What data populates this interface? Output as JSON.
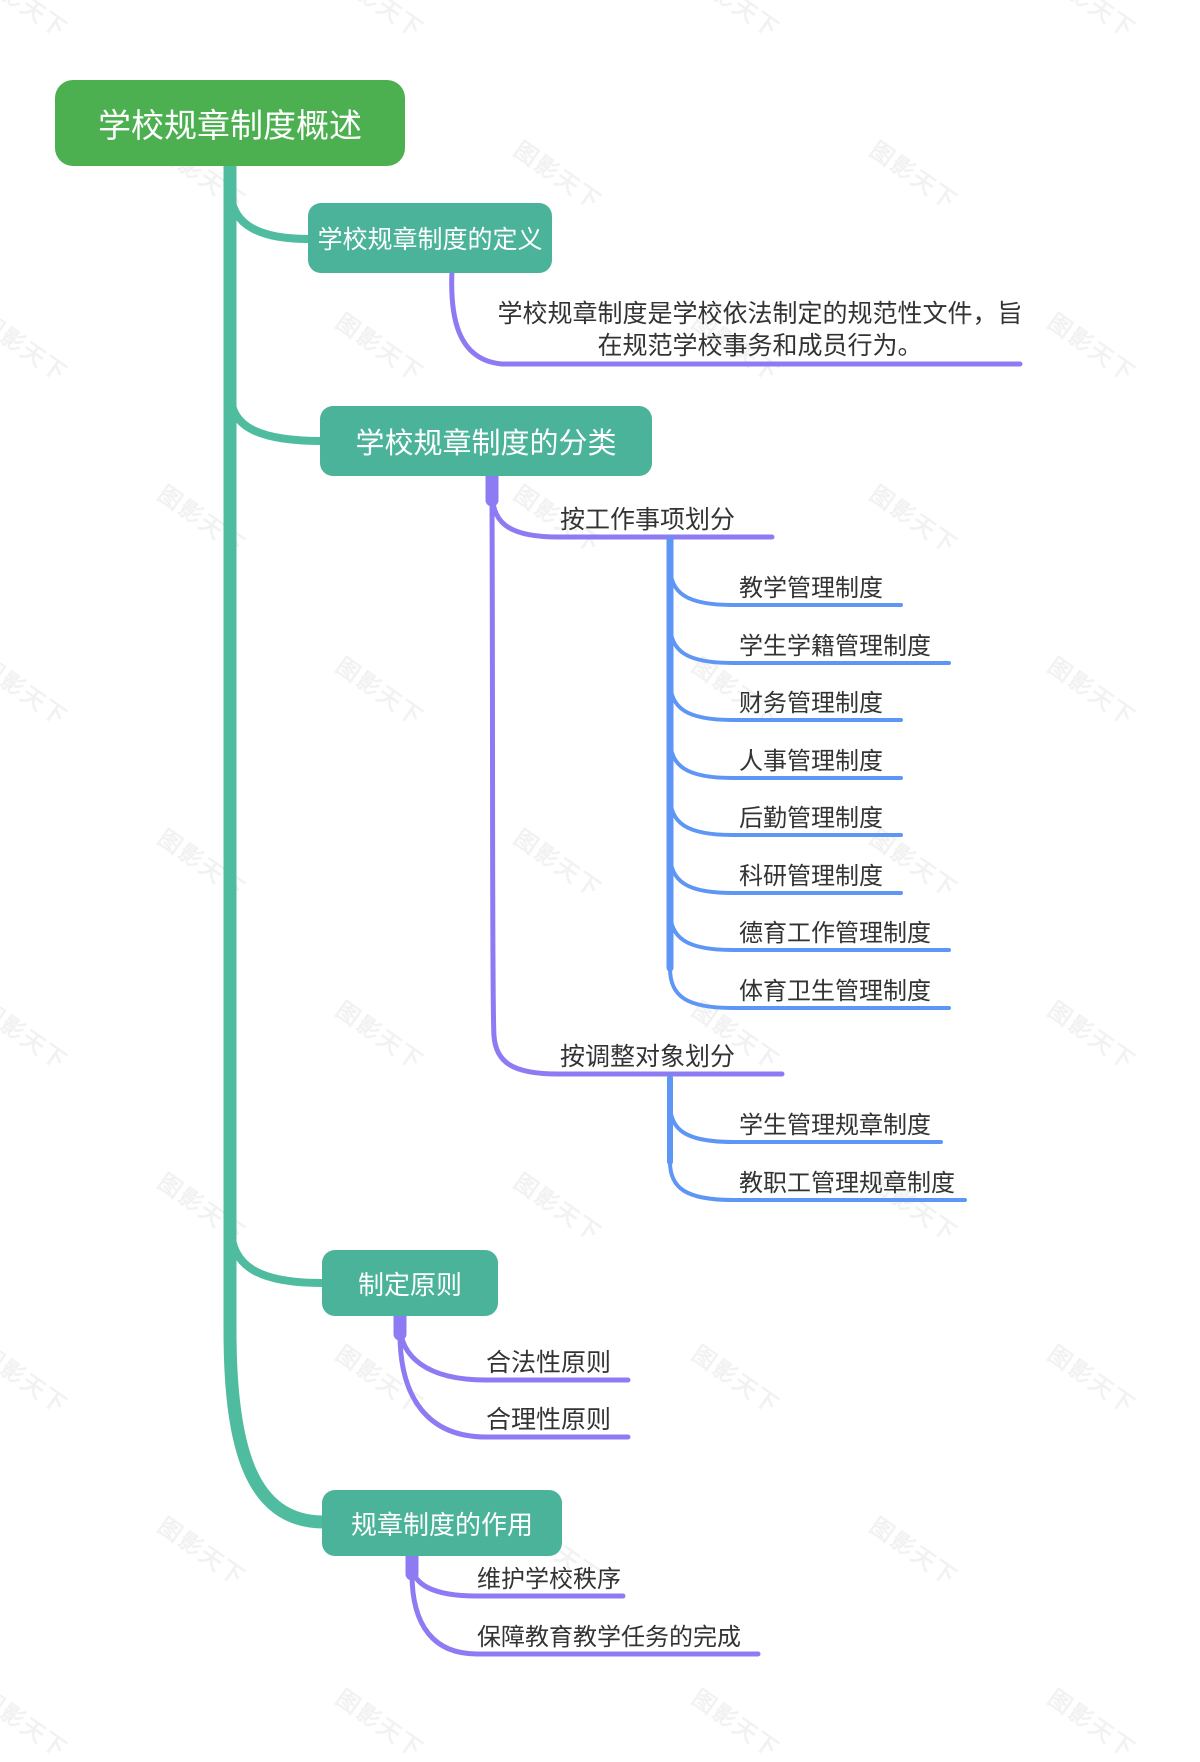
{
  "watermark": {
    "text": "图影天下"
  },
  "colors": {
    "root_green": "#4caf50",
    "topic_teal": "#4bb39a",
    "trunk_teal": "#4fbca0",
    "branch_purple": "#8d7bf3",
    "branch_blue": "#5e96f5",
    "text_dark": "#333333"
  },
  "mindmap": {
    "root": {
      "label": "学校规章制度概述"
    },
    "branches": [
      {
        "label": "学校规章制度的定义",
        "children": [
          "学校规章制度是学校依法制定的规范性文件，旨在规范学校事务和成员行为。"
        ]
      },
      {
        "label": "学校规章制度的分类",
        "groups": [
          {
            "label": "按工作事项划分",
            "children": [
              "教学管理制度",
              "学生学籍管理制度",
              "财务管理制度",
              "人事管理制度",
              "后勤管理制度",
              "科研管理制度",
              "德育工作管理制度",
              "体育卫生管理制度"
            ]
          },
          {
            "label": "按调整对象划分",
            "children": [
              "学生管理规章制度",
              "教职工管理规章制度"
            ]
          }
        ]
      },
      {
        "label": "制定原则",
        "children": [
          "合法性原则",
          "合理性原则"
        ]
      },
      {
        "label": "规章制度的作用",
        "children": [
          "维护学校秩序",
          "保障教育教学任务的完成"
        ]
      }
    ]
  }
}
